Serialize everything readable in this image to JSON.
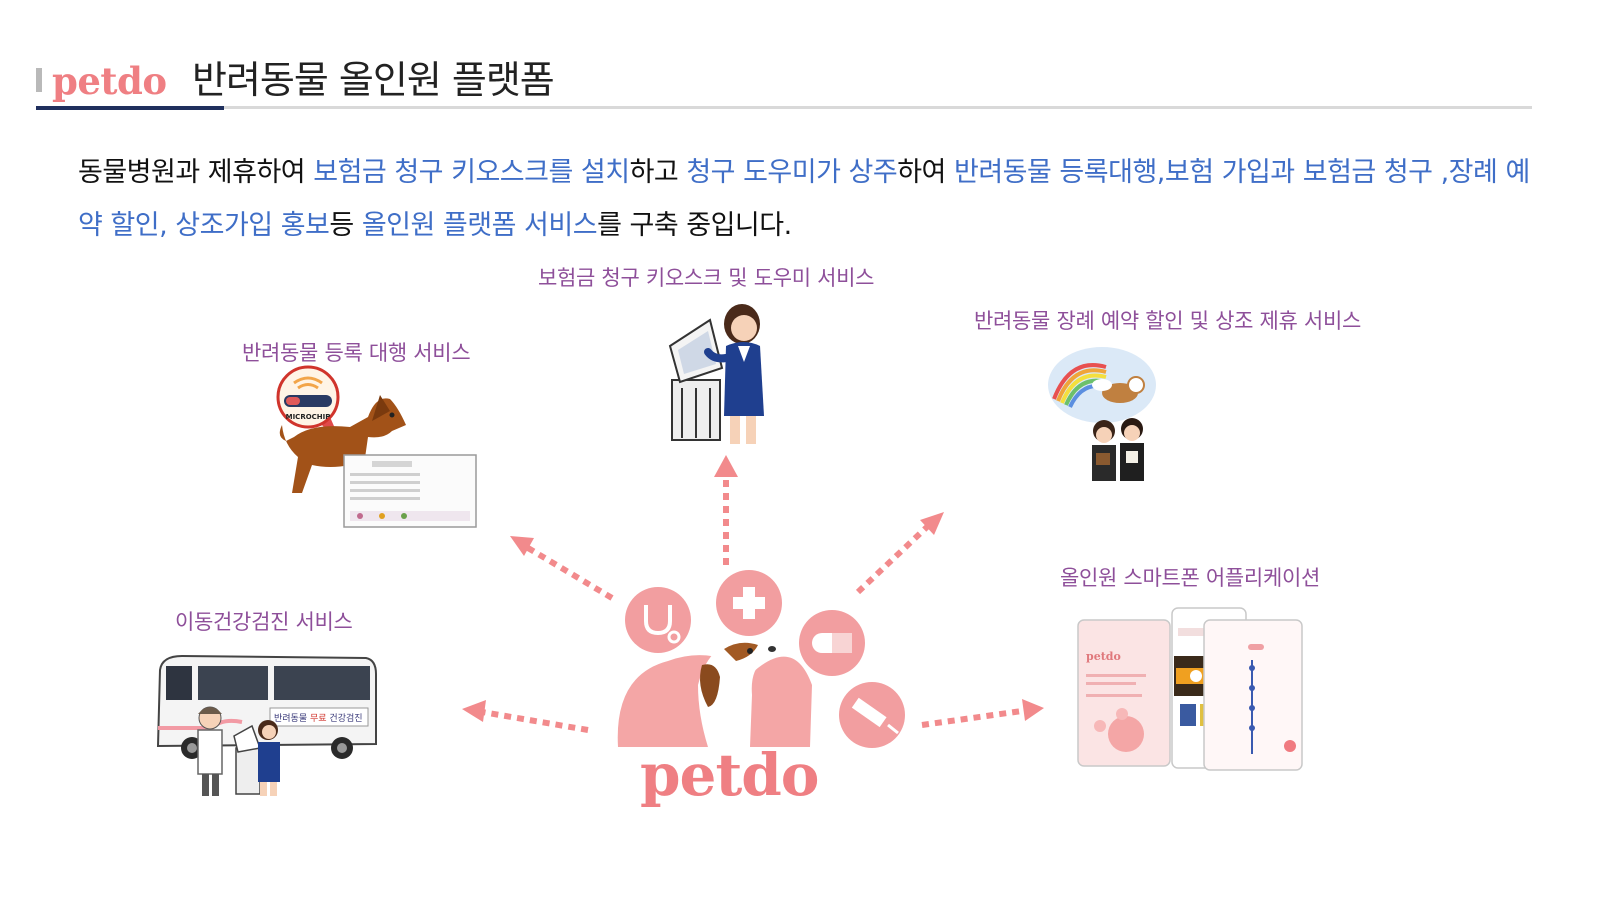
{
  "header": {
    "brand": "petdo",
    "title": "반려동물 올인원 플랫폼"
  },
  "intro": {
    "segments": [
      {
        "text": "동물병원과 제휴하여 ",
        "highlight": false
      },
      {
        "text": "보험금 청구 키오스크를 설치",
        "highlight": true
      },
      {
        "text": "하고 ",
        "highlight": false
      },
      {
        "text": "청구 도우미가 상주",
        "highlight": true
      },
      {
        "text": "하여 ",
        "highlight": false
      },
      {
        "text": "반려동물 등록대행,보험 가입과 보험금 청구 ,장례 예약 할인, 상조가입 홍보",
        "highlight": true
      },
      {
        "text": "등 ",
        "highlight": false
      },
      {
        "text": "올인원 플랫폼 서비스",
        "highlight": true
      },
      {
        "text": "를 구축 중입니다.",
        "highlight": false
      }
    ]
  },
  "services": {
    "kiosk": "보험금 청구 키오스크 및 도우미 서비스",
    "registration": "반려동물 등록 대행 서비스",
    "funeral": "반려동물 장례 예약 할인 및 상조 제휴 서비스",
    "checkup": "이동건강검진 서비스",
    "app": "올인원 스마트폰 어플리케이션"
  },
  "center": {
    "brand": "petdo"
  },
  "illustration_text": {
    "microchip": "MICROCHIP",
    "bus_sign_prefix": "반려동물 ",
    "bus_sign_free": "무료",
    "bus_sign_suffix": " 건강검진",
    "app_brand": "petdo"
  },
  "colors": {
    "brand_pink": "#ef7f83",
    "highlight_blue": "#3f6ec7",
    "label_purple": "#8e4f9a",
    "accent_navy": "#1f2f5d",
    "arrow_pink": "#f28a8c"
  },
  "icons": [
    "stethoscope-icon",
    "plus-icon",
    "pill-icon",
    "syringe-icon"
  ]
}
